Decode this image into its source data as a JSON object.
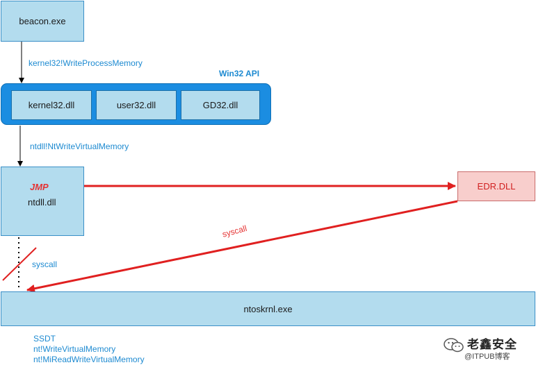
{
  "nodes": {
    "beacon": "beacon.exe",
    "kernel32": "kernel32.dll",
    "user32": "user32.dll",
    "gd32": "GD32.dll",
    "ntdll": "ntdll.dll",
    "edr": "EDR.DLL",
    "ntoskrnl": "ntoskrnl.exe"
  },
  "group_title": "Win32 API",
  "edge_labels": {
    "write_process_memory": "kernel32!WriteProcessMemory",
    "nt_write_virtual_memory": "ntdll!NtWriteVirtualMemory",
    "jmp": "JMP",
    "syscall_blocked": "syscall",
    "syscall_edr": "syscall"
  },
  "kernel_notes": [
    "SSDT",
    "nt!WriteVirtualMemory",
    "nt!MiReadWriteVirtualMemory"
  ],
  "watermark": {
    "brand": "老鑫安全",
    "site": "@ITPUB博客"
  },
  "colors": {
    "box_fill": "#b3dcee",
    "group_fill": "#1b8de1",
    "label_blue": "#1d8ad1",
    "hook_red": "#e02020",
    "edr_fill": "#f8cecc"
  }
}
